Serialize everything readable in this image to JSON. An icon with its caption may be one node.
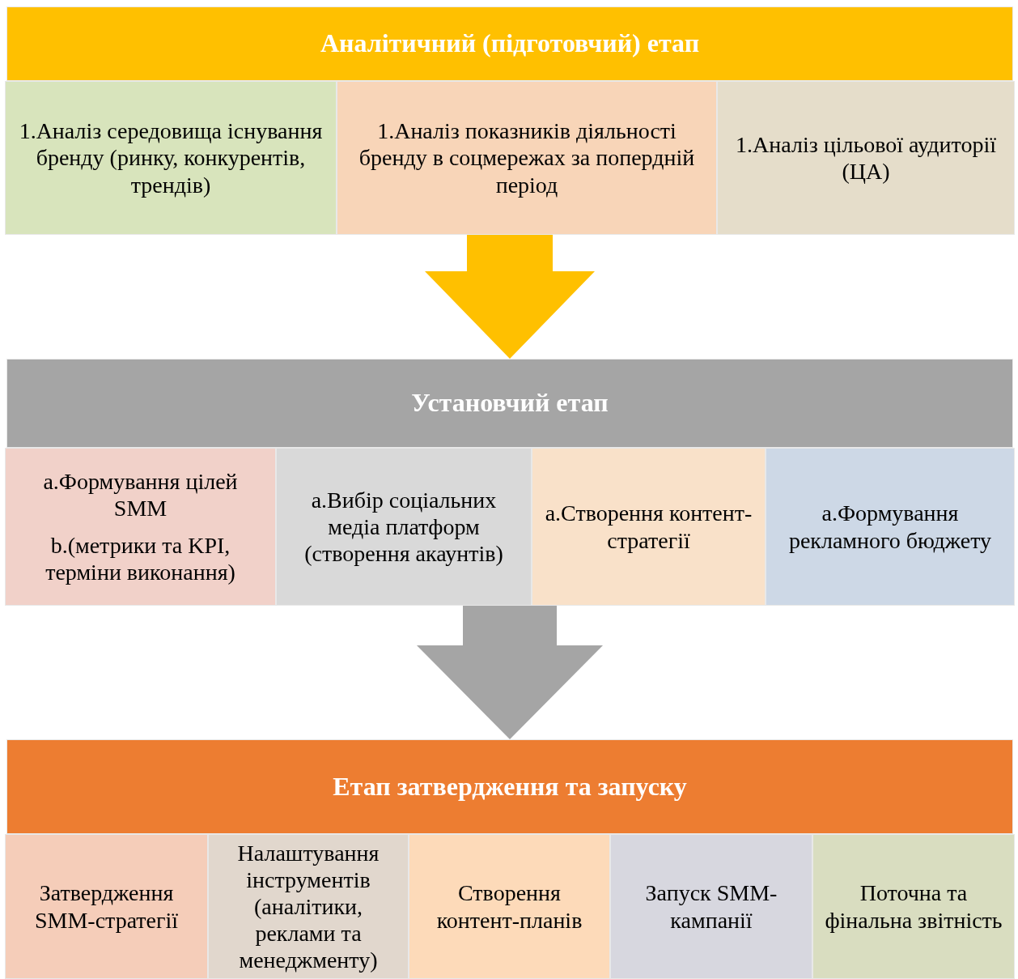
{
  "diagram": {
    "nodes": [
      {
        "text": [
          "Аналітичний (підготовчий) етап"
        ]
      },
      {
        "text": [
          "1.Аналіз середовища існування бренду (ринку, конкурентів, трендів)"
        ]
      },
      {
        "text": [
          "1.Аналіз показників діяльності бренду в соцмережах за попердній період"
        ]
      },
      {
        "text": [
          "1.Аналіз цільової аудиторії (ЦА)"
        ]
      },
      {
        "text": [
          "Установчий етап"
        ]
      },
      {
        "text": [
          "a.Формування цілей SMM",
          "b.(метрики та KPI, терміни виконання)"
        ]
      },
      {
        "text": [
          "a.Вибір соціальних медіа платформ (створення акаунтів)"
        ]
      },
      {
        "text": [
          "a.Створення контент-стратегії"
        ]
      },
      {
        "text": [
          "a.Формування рекламного бюджету"
        ]
      },
      {
        "text": [
          "Етап затвердження та запуску"
        ]
      },
      {
        "text": [
          "Затвердження SMM-стратегії"
        ]
      },
      {
        "text": [
          "Налаштування інструментів (аналітики, реклами та менеджменту)"
        ]
      },
      {
        "text": [
          "Створення контент-планів"
        ]
      },
      {
        "text": [
          "Запуск SMM-кампанії"
        ]
      },
      {
        "text": [
          "Поточна та фінальна звітність"
        ]
      }
    ],
    "edges": [
      {
        "from": 2,
        "to": 4,
        "arrow": "to",
        "style": "thick",
        "color": "#ffc000"
      },
      {
        "from": 6,
        "to": 9,
        "arrow": "to",
        "style": "thick",
        "color": "#a5a5a5"
      }
    ]
  }
}
